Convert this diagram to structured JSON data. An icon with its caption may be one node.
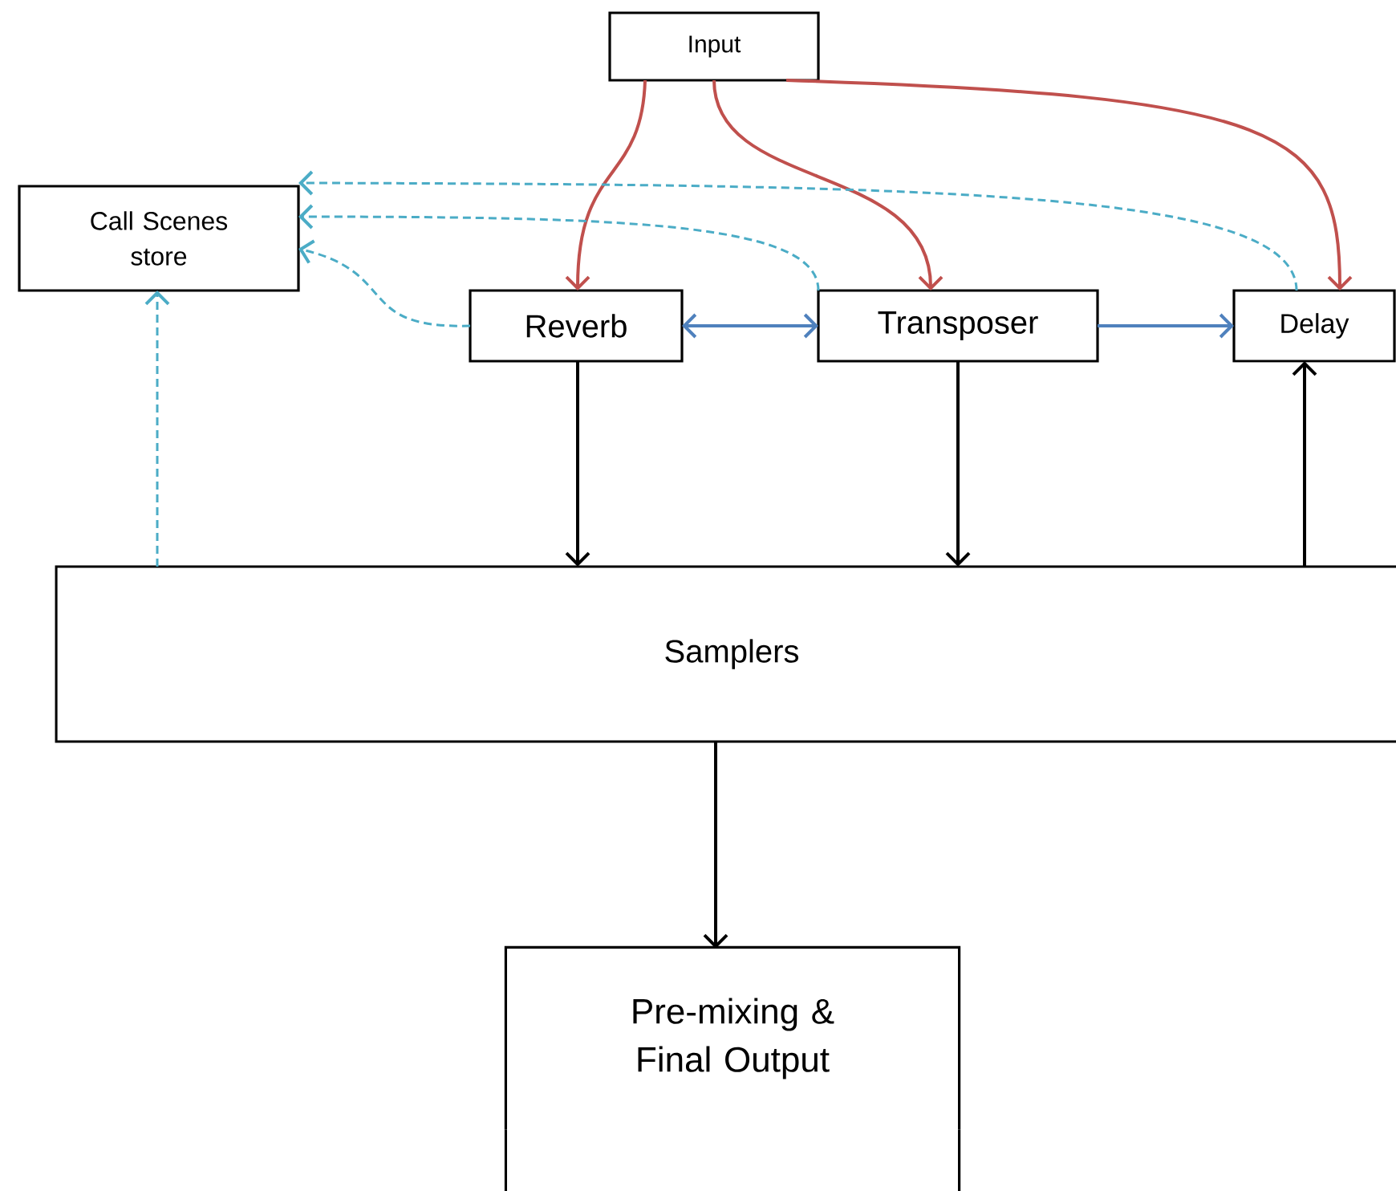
{
  "diagram": {
    "nodes": [
      {
        "text": [
          "Input"
        ]
      },
      {
        "text": [
          "Call Scenes store"
        ]
      },
      {
        "text": [
          "Reverb"
        ]
      },
      {
        "text": [
          "Transposer"
        ]
      },
      {
        "text": [
          "Delay"
        ]
      },
      {
        "text": [
          "Samplers"
        ]
      },
      {
        "text": [
          "Pre-mixing & Final Output"
        ]
      }
    ],
    "edges": [
      {
        "from": 0,
        "to": 2,
        "arrow": "to",
        "color": "#c0504d"
      },
      {
        "from": 0,
        "to": 3,
        "arrow": "to",
        "color": "#c0504d"
      },
      {
        "from": 0,
        "to": 4,
        "arrow": "to",
        "color": "#c0504d"
      },
      {
        "from": 2,
        "to": 1,
        "arrow": "to",
        "style": "dashed",
        "color": "#4bacc6"
      },
      {
        "from": 3,
        "to": 1,
        "arrow": "to",
        "style": "dashed",
        "color": "#4bacc6"
      },
      {
        "from": 4,
        "to": 1,
        "arrow": "to",
        "style": "dashed",
        "color": "#4bacc6"
      },
      {
        "from": 5,
        "to": 1,
        "arrow": "to",
        "style": "dashed",
        "color": "#4bacc6"
      },
      {
        "from": 2,
        "to": 3,
        "arrow": "both",
        "color": "#4f81bd"
      },
      {
        "from": 3,
        "to": 4,
        "arrow": "to",
        "color": "#4f81bd"
      },
      {
        "from": 2,
        "to": 5,
        "arrow": "to",
        "color": "#000000"
      },
      {
        "from": 3,
        "to": 5,
        "arrow": "to",
        "color": "#000000"
      },
      {
        "from": 5,
        "to": 4,
        "arrow": "to",
        "color": "#000000"
      },
      {
        "from": 5,
        "to": 6,
        "arrow": "to",
        "color": "#000000"
      }
    ]
  }
}
